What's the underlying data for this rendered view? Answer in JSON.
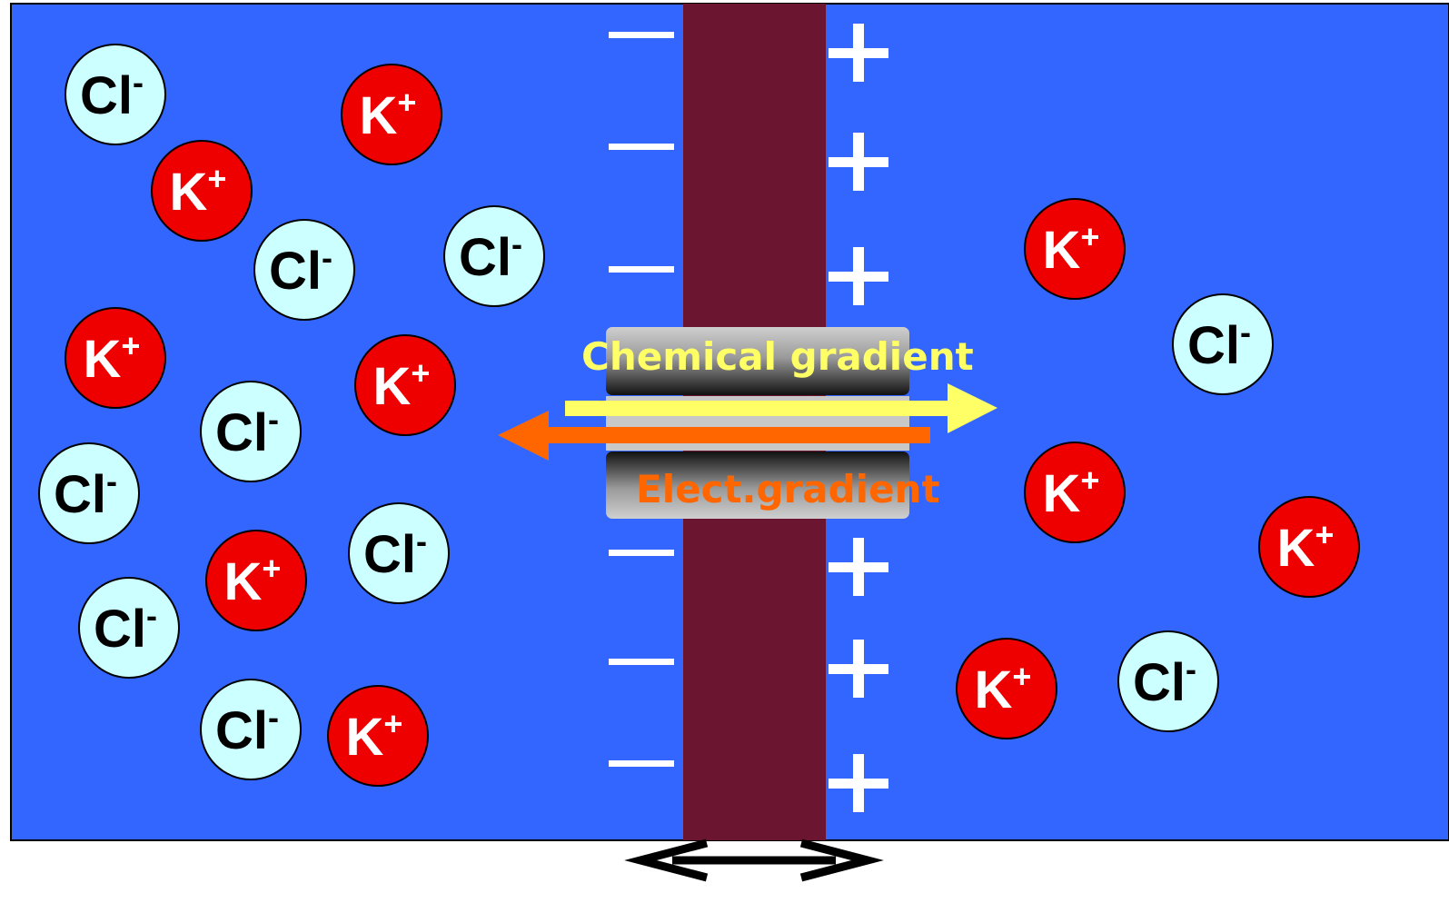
{
  "colors": {
    "solution": "#3366ff",
    "membrane": "#6b1530",
    "k_ion": "#ee0000",
    "cl_ion": "#ccffff",
    "chem_arrow": "#ffff66",
    "elect_arrow": "#ff6600",
    "charge_sign": "#ffffff",
    "channel_gray": "#c8c8c8",
    "channel_dark": "#111111"
  },
  "ions": {
    "k": {
      "symbol": "K",
      "charge": "+"
    },
    "cl": {
      "symbol": "Cl",
      "charge": "-"
    }
  },
  "left_side": {
    "charge_sign": "—"
  },
  "right_side": {
    "charge_sign": "+"
  },
  "channel": {
    "chemical_label": "Chemical gradient",
    "electrical_label": "Elect.gradient"
  },
  "scale_arrow": {
    "icon": "double-headed-arrow-icon"
  }
}
